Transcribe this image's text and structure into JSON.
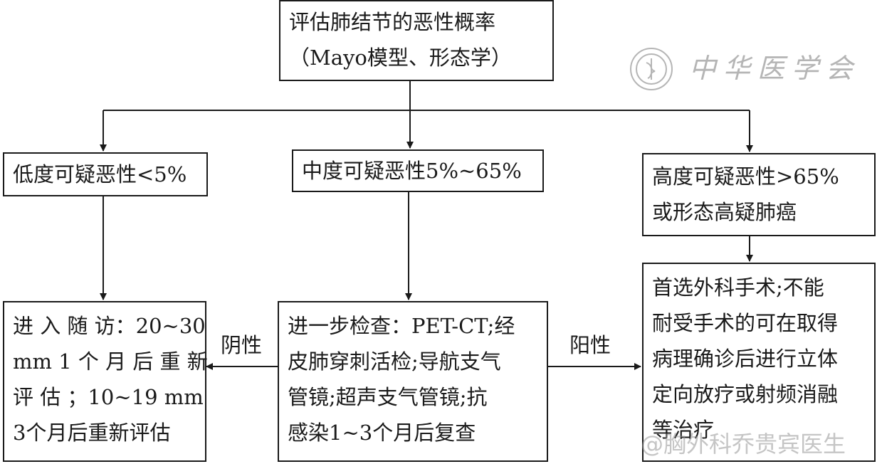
{
  "diagram": {
    "root": {
      "line1": "评估肺结节的恶性概率",
      "line2": "（Mayo模型、形态学）"
    },
    "low": {
      "title": "低度可疑恶性<5%",
      "action_lines": [
        "进 入 随 访：20~30",
        "mm 1 个 月 后 重 新",
        "评 估 ；10~19 mm",
        "3个月后重新评估"
      ]
    },
    "mid": {
      "title": "中度可疑恶性5%~65%",
      "action_lines": [
        "进一步检查：PET-CT;经",
        "皮肺穿刺活检;导航支气",
        "管镜;超声支气管镜;抗",
        "感染1~3个月后复查"
      ]
    },
    "high": {
      "title_lines": [
        "高度可疑恶性>65%",
        "或形态高疑肺癌"
      ],
      "action_lines": [
        "首选外科手术;不能",
        "耐受手术的可在取得",
        "病理确诊后进行立体",
        "定向放疗或射频消融",
        "等治疗"
      ]
    },
    "edge_labels": {
      "negative": "阴性",
      "positive": "阳性"
    }
  },
  "branding": {
    "journal_name": "中华医学会",
    "seal_icon": "society-seal-icon",
    "watermark": "@胸外科乔贵宾医生"
  },
  "colors": {
    "line": "#1a1a1a",
    "watermark": "#b5b5b5"
  }
}
